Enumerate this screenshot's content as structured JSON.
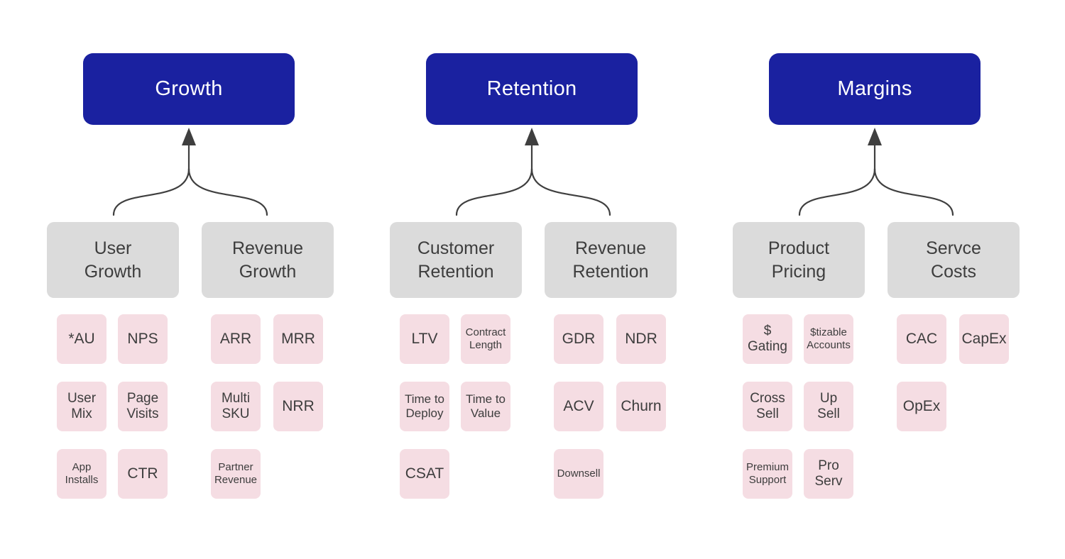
{
  "diagram": {
    "colors": {
      "header_bg": "#1A21A0",
      "header_text": "#FFFFFF",
      "branch_bg": "#DBDBDB",
      "branch_text": "#3D3D3D",
      "leaf_bg": "#F5DDE3",
      "leaf_text": "#3D3D3D",
      "arrow": "#3F3F3F"
    },
    "columns": [
      {
        "header": "Growth",
        "branches": [
          {
            "label": "User\nGrowth",
            "leaves": [
              "*AU",
              "NPS",
              "User\nMix",
              "Page\nVisits",
              "App\nInstalls",
              "CTR"
            ]
          },
          {
            "label": "Revenue\nGrowth",
            "leaves": [
              "ARR",
              "MRR",
              "Multi\nSKU",
              "NRR",
              "Partner\nRevenue"
            ]
          }
        ]
      },
      {
        "header": "Retention",
        "branches": [
          {
            "label": "Customer\nRetention",
            "leaves": [
              "LTV",
              "Contract\nLength",
              "Time to\nDeploy",
              "Time to\nValue",
              "CSAT"
            ]
          },
          {
            "label": "Revenue\nRetention",
            "leaves": [
              "GDR",
              "NDR",
              "ACV",
              "Churn",
              "Downsell"
            ]
          }
        ]
      },
      {
        "header": "Margins",
        "branches": [
          {
            "label": "Product\nPricing",
            "leaves": [
              "$\nGating",
              "$tizable\nAccounts",
              "Cross\nSell",
              "Up\nSell",
              "Premium\nSupport",
              "Pro\nServ"
            ]
          },
          {
            "label": "Servce\nCosts",
            "leaves": [
              "CAC",
              "CapEx",
              "OpEx"
            ]
          }
        ]
      }
    ]
  }
}
